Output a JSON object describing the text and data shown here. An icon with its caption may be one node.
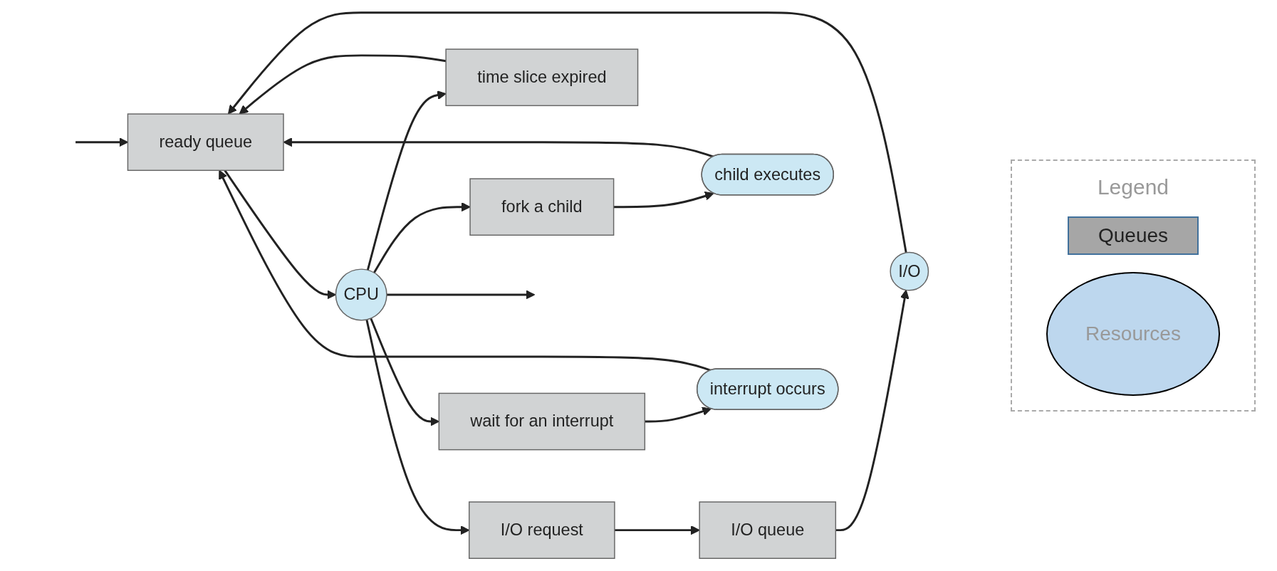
{
  "diagram": {
    "nodes": [
      {
        "text": [
          "ready queue"
        ]
      },
      {
        "text": [
          "CPU"
        ]
      },
      {
        "text": [
          "I/O request"
        ]
      },
      {
        "text": [
          "I/O queue"
        ]
      },
      {
        "text": [
          "I/O"
        ]
      },
      {
        "text": [
          "time slice expired"
        ]
      },
      {
        "text": [
          "fork a child"
        ]
      },
      {
        "text": [
          "child executes"
        ]
      },
      {
        "text": [
          "wait for an interrupt"
        ]
      },
      {
        "text": [
          "interrupt occurs"
        ]
      }
    ],
    "edges": [
      {
        "from": null,
        "to": 0,
        "arrow": "to"
      },
      {
        "from": 0,
        "to": 1,
        "arrow": "to"
      },
      {
        "from": 1,
        "to": null,
        "arrow": "to"
      },
      {
        "from": 1,
        "to": 2,
        "arrow": "to"
      },
      {
        "from": 2,
        "to": 3,
        "arrow": "to"
      },
      {
        "from": 3,
        "to": 4,
        "arrow": "to"
      },
      {
        "from": 4,
        "to": 0,
        "arrow": "to"
      },
      {
        "from": 1,
        "to": 5,
        "arrow": "to"
      },
      {
        "from": 5,
        "to": 0,
        "arrow": "to"
      },
      {
        "from": 1,
        "to": 6,
        "arrow": "to"
      },
      {
        "from": 6,
        "to": 7,
        "arrow": "to"
      },
      {
        "from": 7,
        "to": 0,
        "arrow": "to"
      },
      {
        "from": 1,
        "to": 8,
        "arrow": "to"
      },
      {
        "from": 8,
        "to": 9,
        "arrow": "to"
      },
      {
        "from": 9,
        "to": 0,
        "arrow": "to"
      }
    ],
    "labels": [
      "Legend"
    ],
    "legend": [
      {
        "text": "Queues",
        "color": "#a6a6a6"
      },
      {
        "text": "Resources",
        "color": "#bdd7ee"
      }
    ]
  }
}
